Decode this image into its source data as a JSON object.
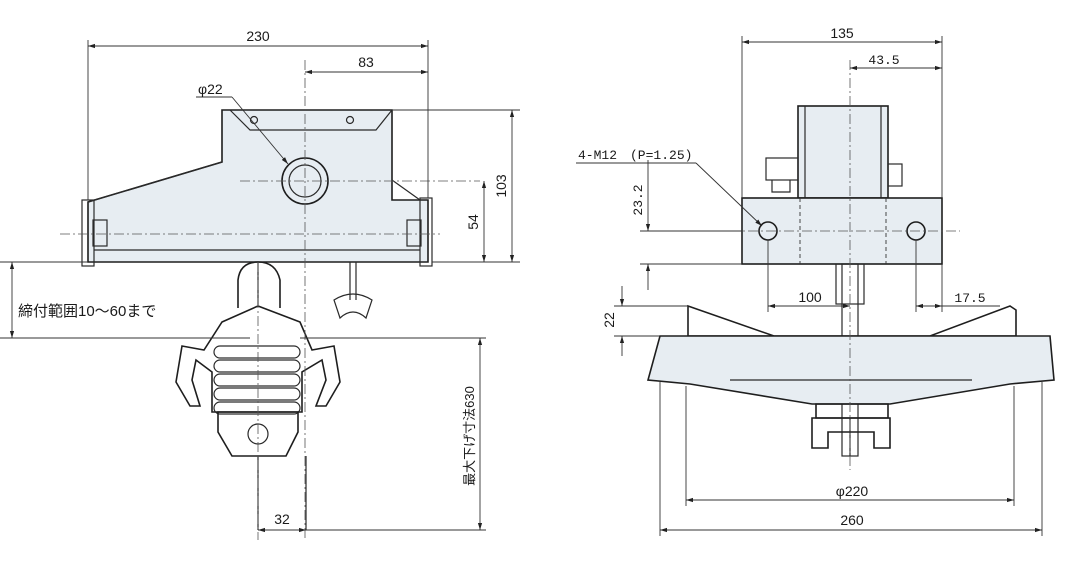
{
  "left_view": {
    "dim_width": "230",
    "dim_center": "83",
    "dim_hole": "φ22",
    "dim_height": "103",
    "dim_lower": "54",
    "clamp_range": "締付範囲10～60まで",
    "max_drop": "最大下げ寸法630",
    "dim_pin": "32"
  },
  "right_view": {
    "dim_width": "135",
    "dim_offset": "43.5",
    "bolt_spec": "4-M12　(P=1.25)",
    "dim_bolt_height": "23.2",
    "dim_pitch": "100",
    "dim_edge": "17.5",
    "dim_flange": "22",
    "dim_inner_dia": "φ220",
    "dim_outer_dia": "260"
  }
}
